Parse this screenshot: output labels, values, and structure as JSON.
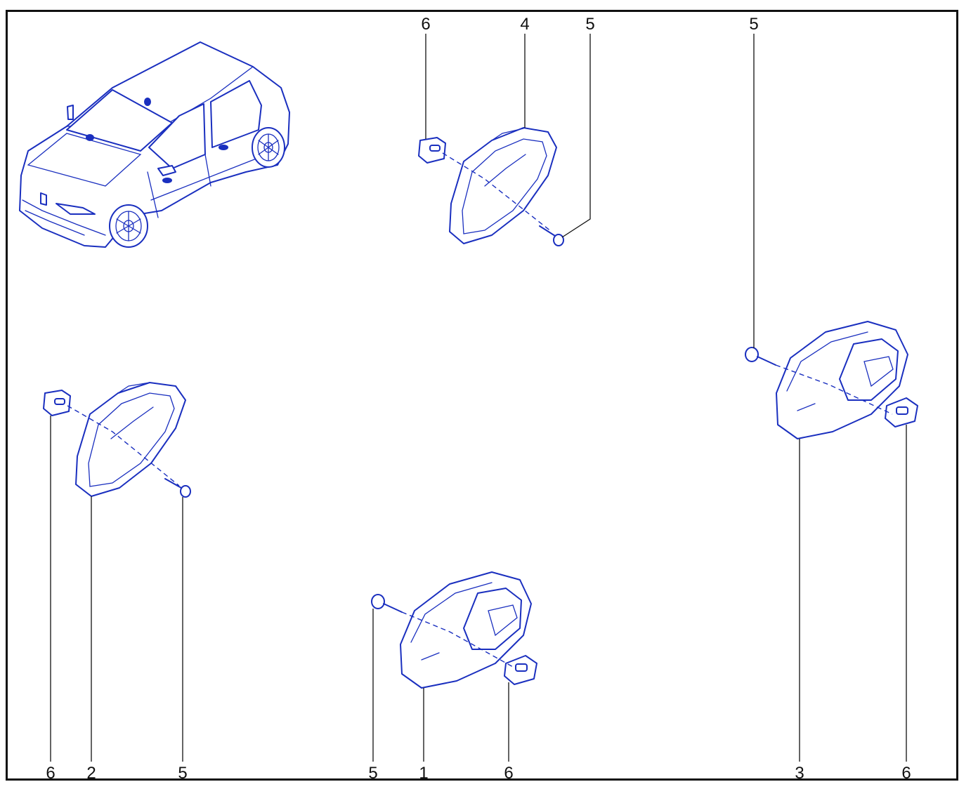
{
  "diagram": {
    "callouts": {
      "top_handle_clip": "6",
      "top_handle": "4",
      "top_handle_screw": "5",
      "right_handle_screw": "5",
      "left_bottom_clip": "6",
      "left_bottom_handle": "2",
      "left_bottom_screw": "5",
      "center_bottom_screw": "5",
      "center_bottom_handle": "1",
      "center_bottom_clip": "6",
      "right_bottom_handle": "3",
      "right_bottom_clip": "6"
    }
  },
  "colors": {
    "line_art": "#1a2fbf",
    "frame": "#111111"
  }
}
